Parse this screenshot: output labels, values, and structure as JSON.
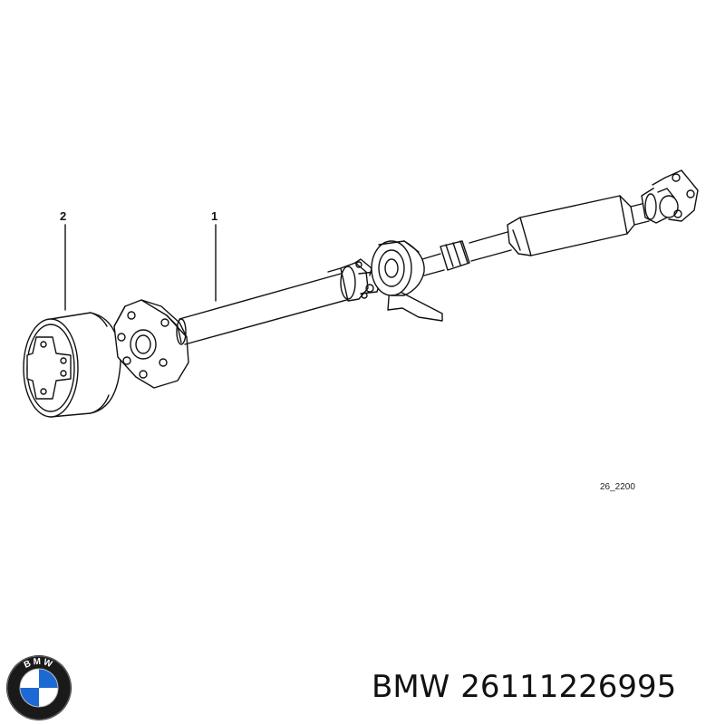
{
  "diagram": {
    "callouts": [
      {
        "number": "2",
        "part": "flexible-disc"
      },
      {
        "number": "1",
        "part": "drive-shaft"
      }
    ],
    "reference_code": "26_2200",
    "stroke_color": "#111111"
  },
  "brand": {
    "logo_text": "BMW",
    "logo_colors": {
      "ring": "#1a1a1a",
      "blue": "#1c69d4",
      "white": "#ffffff"
    }
  },
  "part_label": {
    "brand": "BMW",
    "number": "26111226995"
  }
}
